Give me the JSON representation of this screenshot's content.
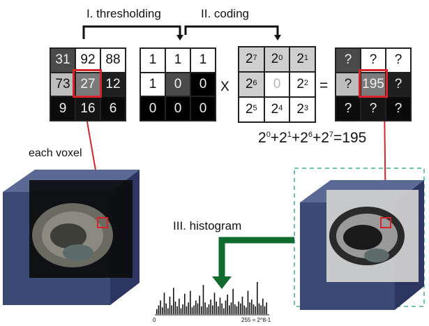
{
  "steps": {
    "thresholding": "I. thresholding",
    "coding": "II. coding",
    "histogram": "III. histogram"
  },
  "input_grid": [
    "31",
    "92",
    "88",
    "73",
    "27",
    "12",
    "9",
    "16",
    "6"
  ],
  "input_shades": [
    "#4a4a4a",
    "#ffffff",
    "#ffffff",
    "#bdbdbd",
    "#7a7a7a",
    "#1f1f1f",
    "#0c0c0c",
    "#141414",
    "#0a0a0a"
  ],
  "binary_grid": [
    "1",
    "1",
    "1",
    "1",
    "0",
    "0",
    "0",
    "0",
    "0"
  ],
  "binary_shades": [
    "#ffffff",
    "#ffffff",
    "#ffffff",
    "#ffffff",
    "#4a4a4a",
    "#000000",
    "#000000",
    "#000000",
    "#000000"
  ],
  "weights_grid": [
    {
      "base": "2",
      "exp": "7"
    },
    {
      "base": "2",
      "exp": "0"
    },
    {
      "base": "2",
      "exp": "1"
    },
    {
      "base": "2",
      "exp": "6"
    },
    {
      "base": "0",
      "exp": ""
    },
    {
      "base": "2",
      "exp": "2"
    },
    {
      "base": "2",
      "exp": "5"
    },
    {
      "base": "2",
      "exp": "4"
    },
    {
      "base": "2",
      "exp": "3"
    }
  ],
  "weights_shades": [
    "#cfcfcf",
    "#cfcfcf",
    "#cfcfcf",
    "#cfcfcf",
    "#ffffff",
    "#ffffff",
    "#ffffff",
    "#ffffff",
    "#ffffff"
  ],
  "output_grid": [
    "?",
    "?",
    "?",
    "?",
    "195",
    "?",
    "?",
    "?",
    "?"
  ],
  "output_shades": [
    "#4a4a4a",
    "#ffffff",
    "#ffffff",
    "#bdbdbd",
    "#7a7a7a",
    "#1f1f1f",
    "#0c0c0c",
    "#141414",
    "#0a0a0a"
  ],
  "multiply_symbol": "X",
  "equals_symbol": "=",
  "sum_formula": {
    "terms": [
      {
        "base": "2",
        "exp": "0"
      },
      {
        "base": "2",
        "exp": "1"
      },
      {
        "base": "2",
        "exp": "6"
      },
      {
        "base": "2",
        "exp": "7"
      }
    ],
    "result": "195"
  },
  "each_voxel_label": "each voxel",
  "histogram": {
    "x_min_label": "0",
    "x_max_label": "255 = 2^8-1",
    "bars": [
      5,
      9,
      14,
      7,
      22,
      11,
      6,
      18,
      9,
      27,
      13,
      8,
      16,
      6,
      10,
      21,
      8,
      12,
      24,
      7,
      9,
      14,
      11,
      19,
      8,
      30,
      12,
      7,
      10,
      15,
      9,
      22,
      13,
      8,
      17,
      11,
      6,
      14,
      20,
      9,
      12,
      26,
      10,
      8,
      13,
      11,
      18,
      9,
      7,
      24,
      12,
      15,
      10,
      8,
      33,
      11,
      9,
      16,
      8,
      12
    ]
  },
  "colors": {
    "arrow_black": "#111111",
    "highlight_red": "#d8232a",
    "orange_cycle": "#f0a13a",
    "histogram_green": "#0f6b2e",
    "box_navy": "#3b4a75",
    "dashed_teal": "#3fae8a"
  }
}
